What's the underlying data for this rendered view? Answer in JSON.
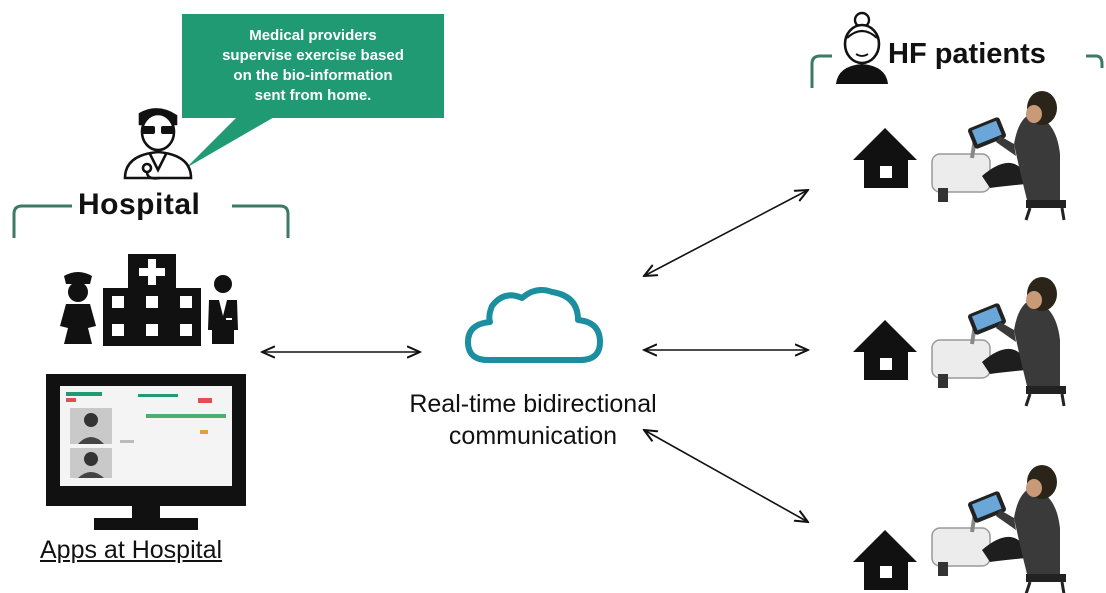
{
  "bubble": {
    "lines": [
      "Medical providers",
      "supervise exercise based",
      "on the bio-information",
      "sent from home."
    ]
  },
  "hospital": {
    "title": "Hospital"
  },
  "patients": {
    "title": "HF patients"
  },
  "cloud": {
    "lines": [
      "Real-time bidirectional",
      "communication"
    ]
  },
  "apps": {
    "label": "Apps at Hospital"
  },
  "colors": {
    "teal_green": "#1f9a72",
    "bracket": "#3d7a66",
    "cloud_stroke": "#1b8ea0",
    "black": "#000000"
  },
  "icons": [
    "doctor-icon",
    "hospital-building-icon",
    "nurse-icon",
    "staff-icon",
    "monitor-icon",
    "cloud-icon",
    "house-icon",
    "patient-icon",
    "patient-on-bike-photo"
  ]
}
